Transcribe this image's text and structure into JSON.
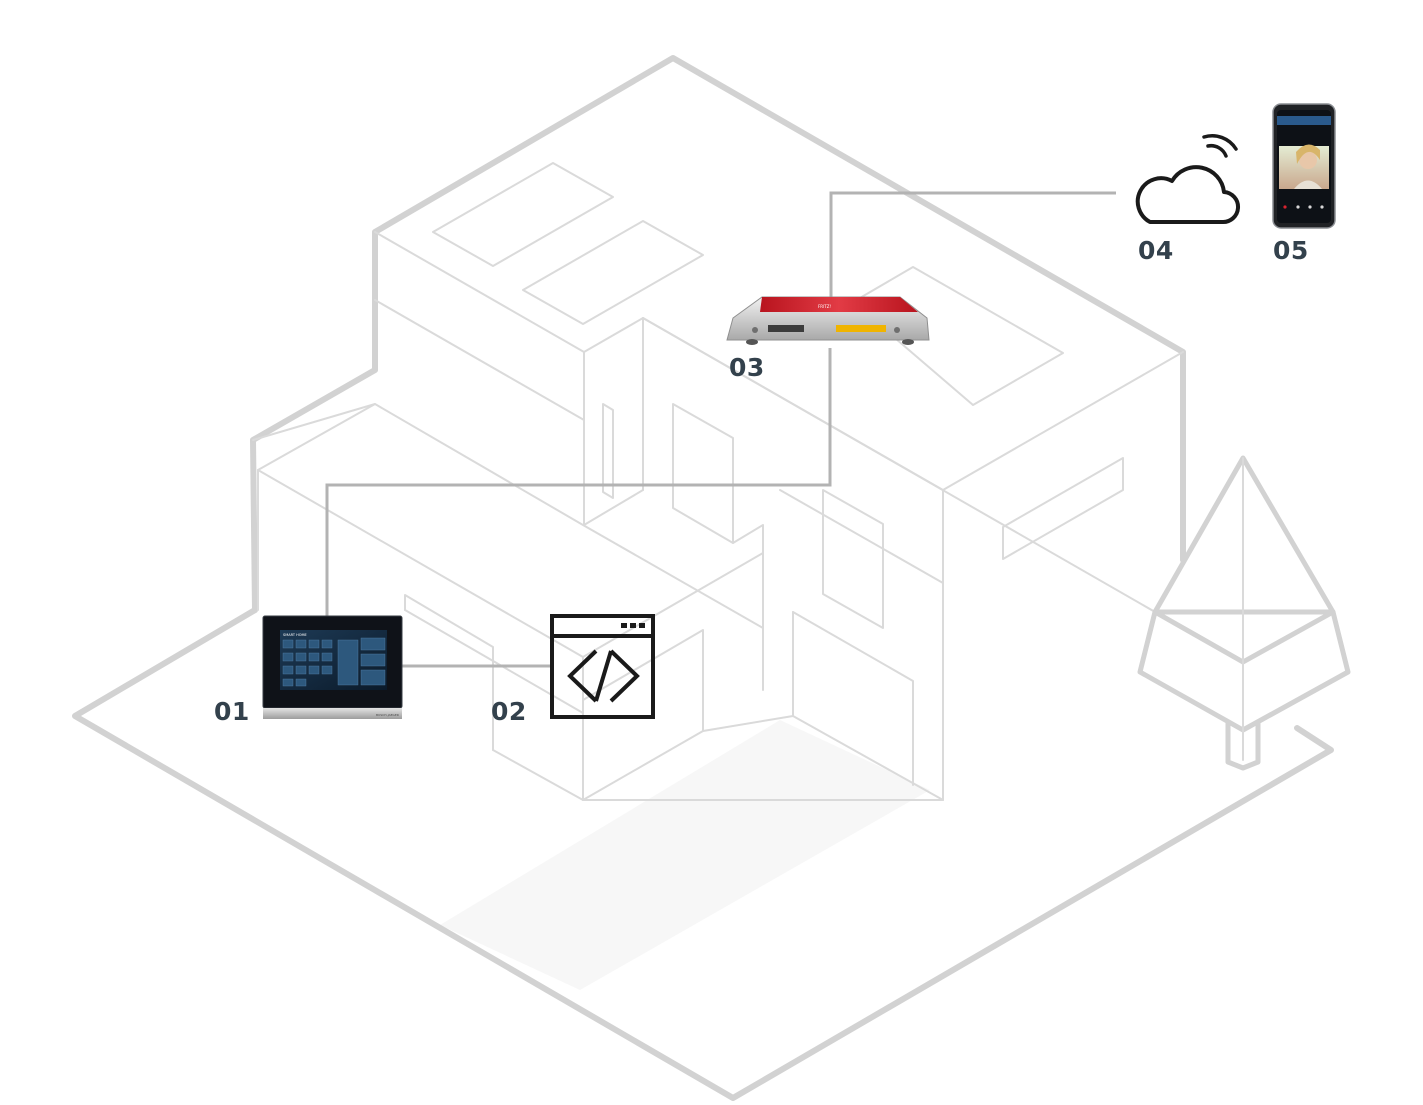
{
  "labels": {
    "item1": "01",
    "item2": "02",
    "item3": "03",
    "item4": "04",
    "item5": "05"
  },
  "panel": {
    "header": "SMART HOME",
    "brand": "BUSCH-JAEGER"
  },
  "router": {
    "brand": "FRITZ!"
  },
  "colors": {
    "house_outline": "#d2d2d2",
    "house_inner": "#dadada",
    "connector": "#b3b3b3",
    "label_text": "#33414c",
    "router_red": "#d8232f",
    "icon_stroke": "#1a1a1a"
  },
  "icons": {
    "code": "code-brackets-icon",
    "cloud": "cloud-icon",
    "wifi": "wifi-icon"
  }
}
